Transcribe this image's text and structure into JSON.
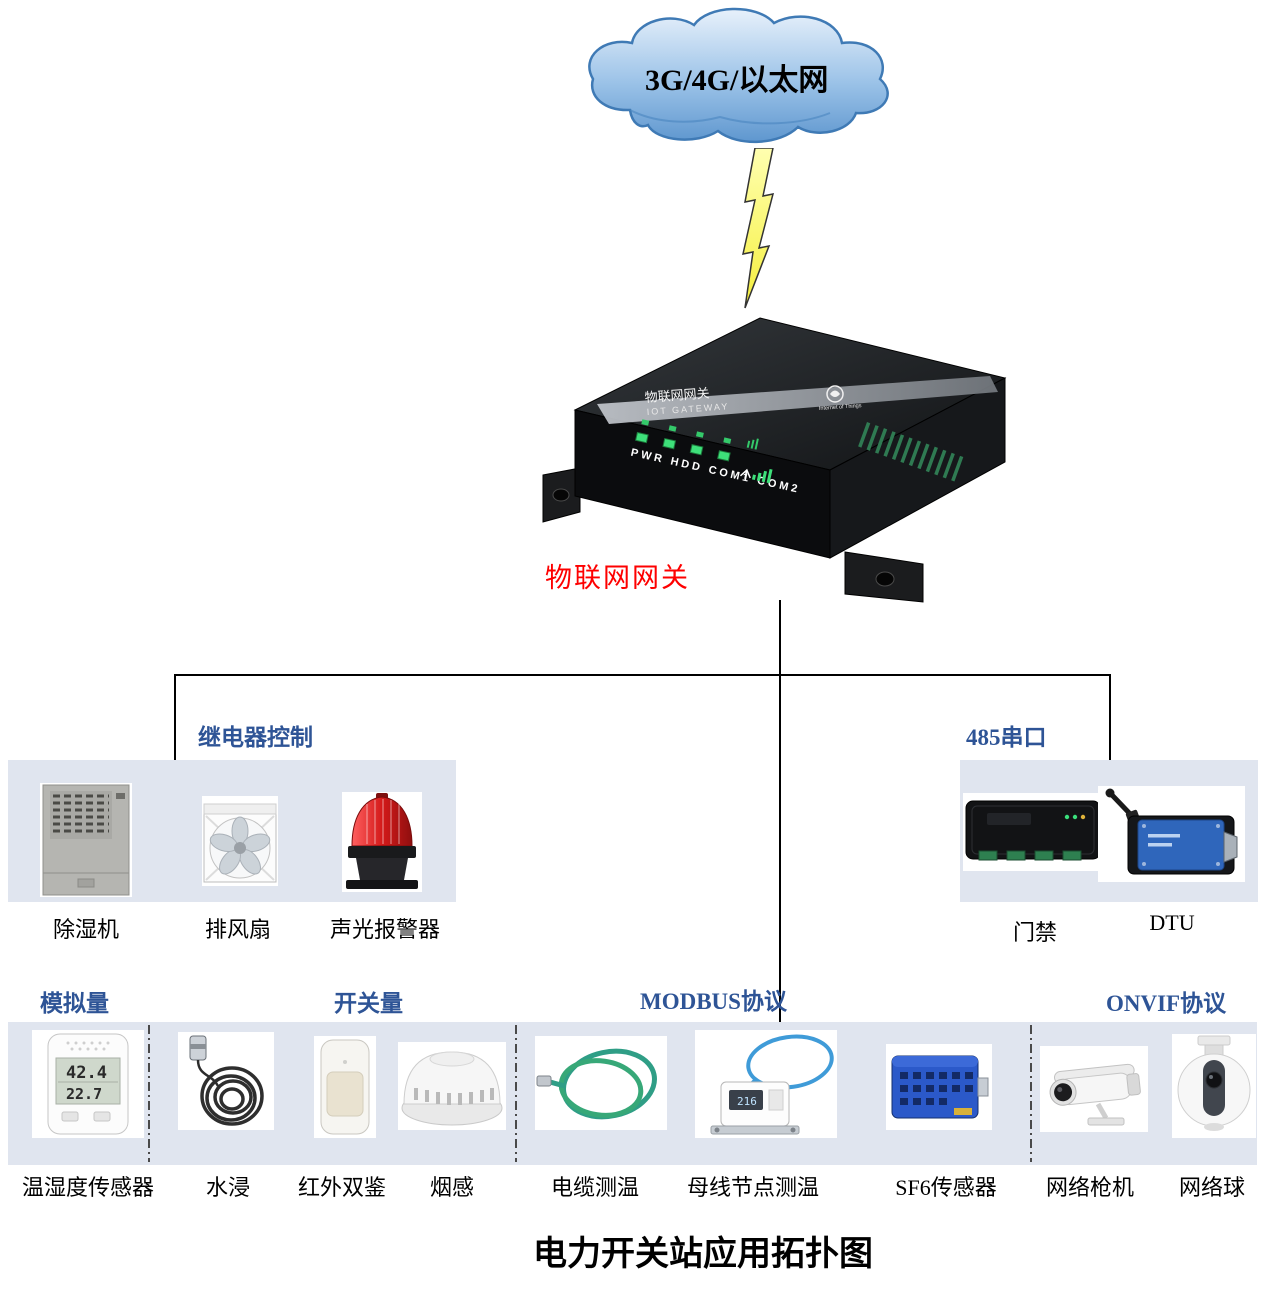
{
  "title": "电力开关站应用拓扑图",
  "cloud": {
    "label": "3G/4G/以太网"
  },
  "gateway": {
    "label": "物联网网关",
    "strip_cn": "物联网网关",
    "strip_en": "IOT GATEWAY",
    "brand": "Internet of Things",
    "led_labels": "PWR HDD COM1 COM2"
  },
  "relay": {
    "label": "继电器控制",
    "devices": [
      {
        "name": "除湿机"
      },
      {
        "name": "排风扇"
      },
      {
        "name": "声光报警器"
      }
    ]
  },
  "serial485": {
    "label": "485串口",
    "devices": [
      {
        "name": "门禁"
      },
      {
        "name": "DTU"
      }
    ]
  },
  "bottom": {
    "groups": [
      {
        "label": "模拟量"
      },
      {
        "label": "开关量"
      },
      {
        "label": "MODBUS协议"
      },
      {
        "label": "ONVIF协议"
      }
    ],
    "devices": [
      {
        "name": "温湿度传感器",
        "display_top": "42.4",
        "display_bottom": "22.7"
      },
      {
        "name": "水浸"
      },
      {
        "name": "红外双鉴"
      },
      {
        "name": "烟感"
      },
      {
        "name": "电缆测温"
      },
      {
        "name": "母线节点测温",
        "display": "216"
      },
      {
        "name": "SF6传感器"
      },
      {
        "name": "网络枪机"
      },
      {
        "name": "网络球"
      }
    ]
  },
  "colors": {
    "accent_blue": "#2E5496",
    "gateway_label_red": "#FE0000",
    "panel_bg": "#E0E5EF",
    "line": "#000000"
  }
}
